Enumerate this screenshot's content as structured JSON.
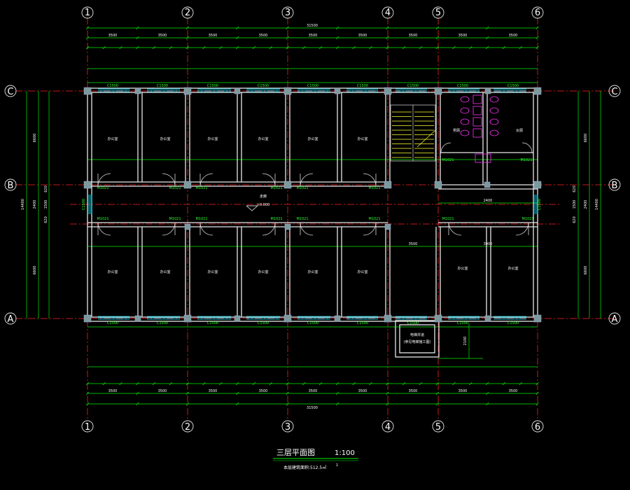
{
  "drawing": {
    "title": "三层平面图",
    "scale": "1:100",
    "note": "本层建筑面积:512.5㎡",
    "note_mark": "1"
  },
  "axes": {
    "columns": [
      "1",
      "2",
      "3",
      "4",
      "5",
      "6"
    ],
    "rows": [
      "C",
      "B",
      "A"
    ]
  },
  "dims": {
    "overall_top": "31500",
    "overall_bottom": "31500",
    "bays_top": [
      "3500",
      "3500",
      "3500",
      "3500",
      "3500",
      "3500",
      "3500",
      "3500",
      "3500"
    ],
    "left_total": "14400",
    "right_total": "14400",
    "left_upper": "6600",
    "left_lower": "6600",
    "right_upper": "6600",
    "right_lower": "6600",
    "corridor": "2400",
    "corridor_parts": [
      "620",
      "1500",
      "620"
    ],
    "elevator_depth": "2100",
    "small_3500": "3500",
    "small_3900": "3900"
  },
  "rooms": {
    "office": "办公室",
    "corridor_label": "走廊",
    "corridor_elev": "±0.000",
    "wc_male": "男厕",
    "wc_female": "女厕",
    "elevator": "电梯井道",
    "elevator2": "(参见电梯施工图)"
  },
  "tags": {
    "window": "C1500",
    "window_side": "C1500",
    "door": "M1021",
    "door2": "M1021"
  },
  "colors": {
    "background": "#000000",
    "dim": "#00ff00",
    "axis_line": "#ff0000",
    "wall": "#ffffff",
    "column": "#7fa6a6",
    "window": "#00ffff",
    "stair": "#ffff00",
    "fixture": "#ff00ff"
  }
}
